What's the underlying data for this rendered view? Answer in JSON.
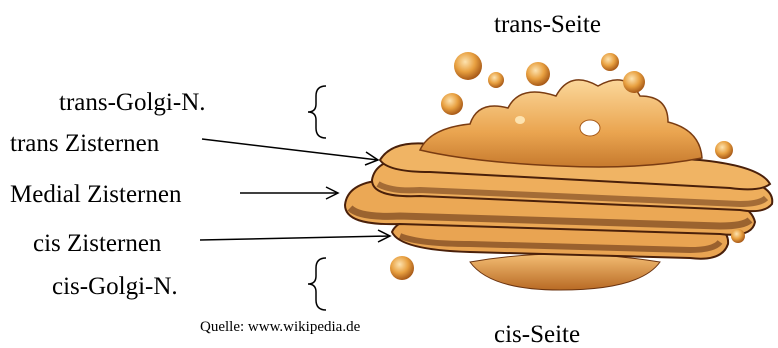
{
  "labels": {
    "trans_side": "trans-Seite",
    "trans_golgi_network": "trans-Golgi-N.",
    "trans_cisternae": "trans Zisternen",
    "medial_cisternae": "Medial Zisternen",
    "cis_cisternae": "cis Zisternen",
    "cis_golgi_network": "cis-Golgi-N.",
    "cis_side": "cis-Seite"
  },
  "source": "Quelle: www.wikipedia.de",
  "colors": {
    "cisterna_light": "#f2b86a",
    "cisterna_mid": "#d98a3c",
    "cisterna_dark": "#5a2a10",
    "vesicle": "#e8a040",
    "line": "#000000"
  }
}
